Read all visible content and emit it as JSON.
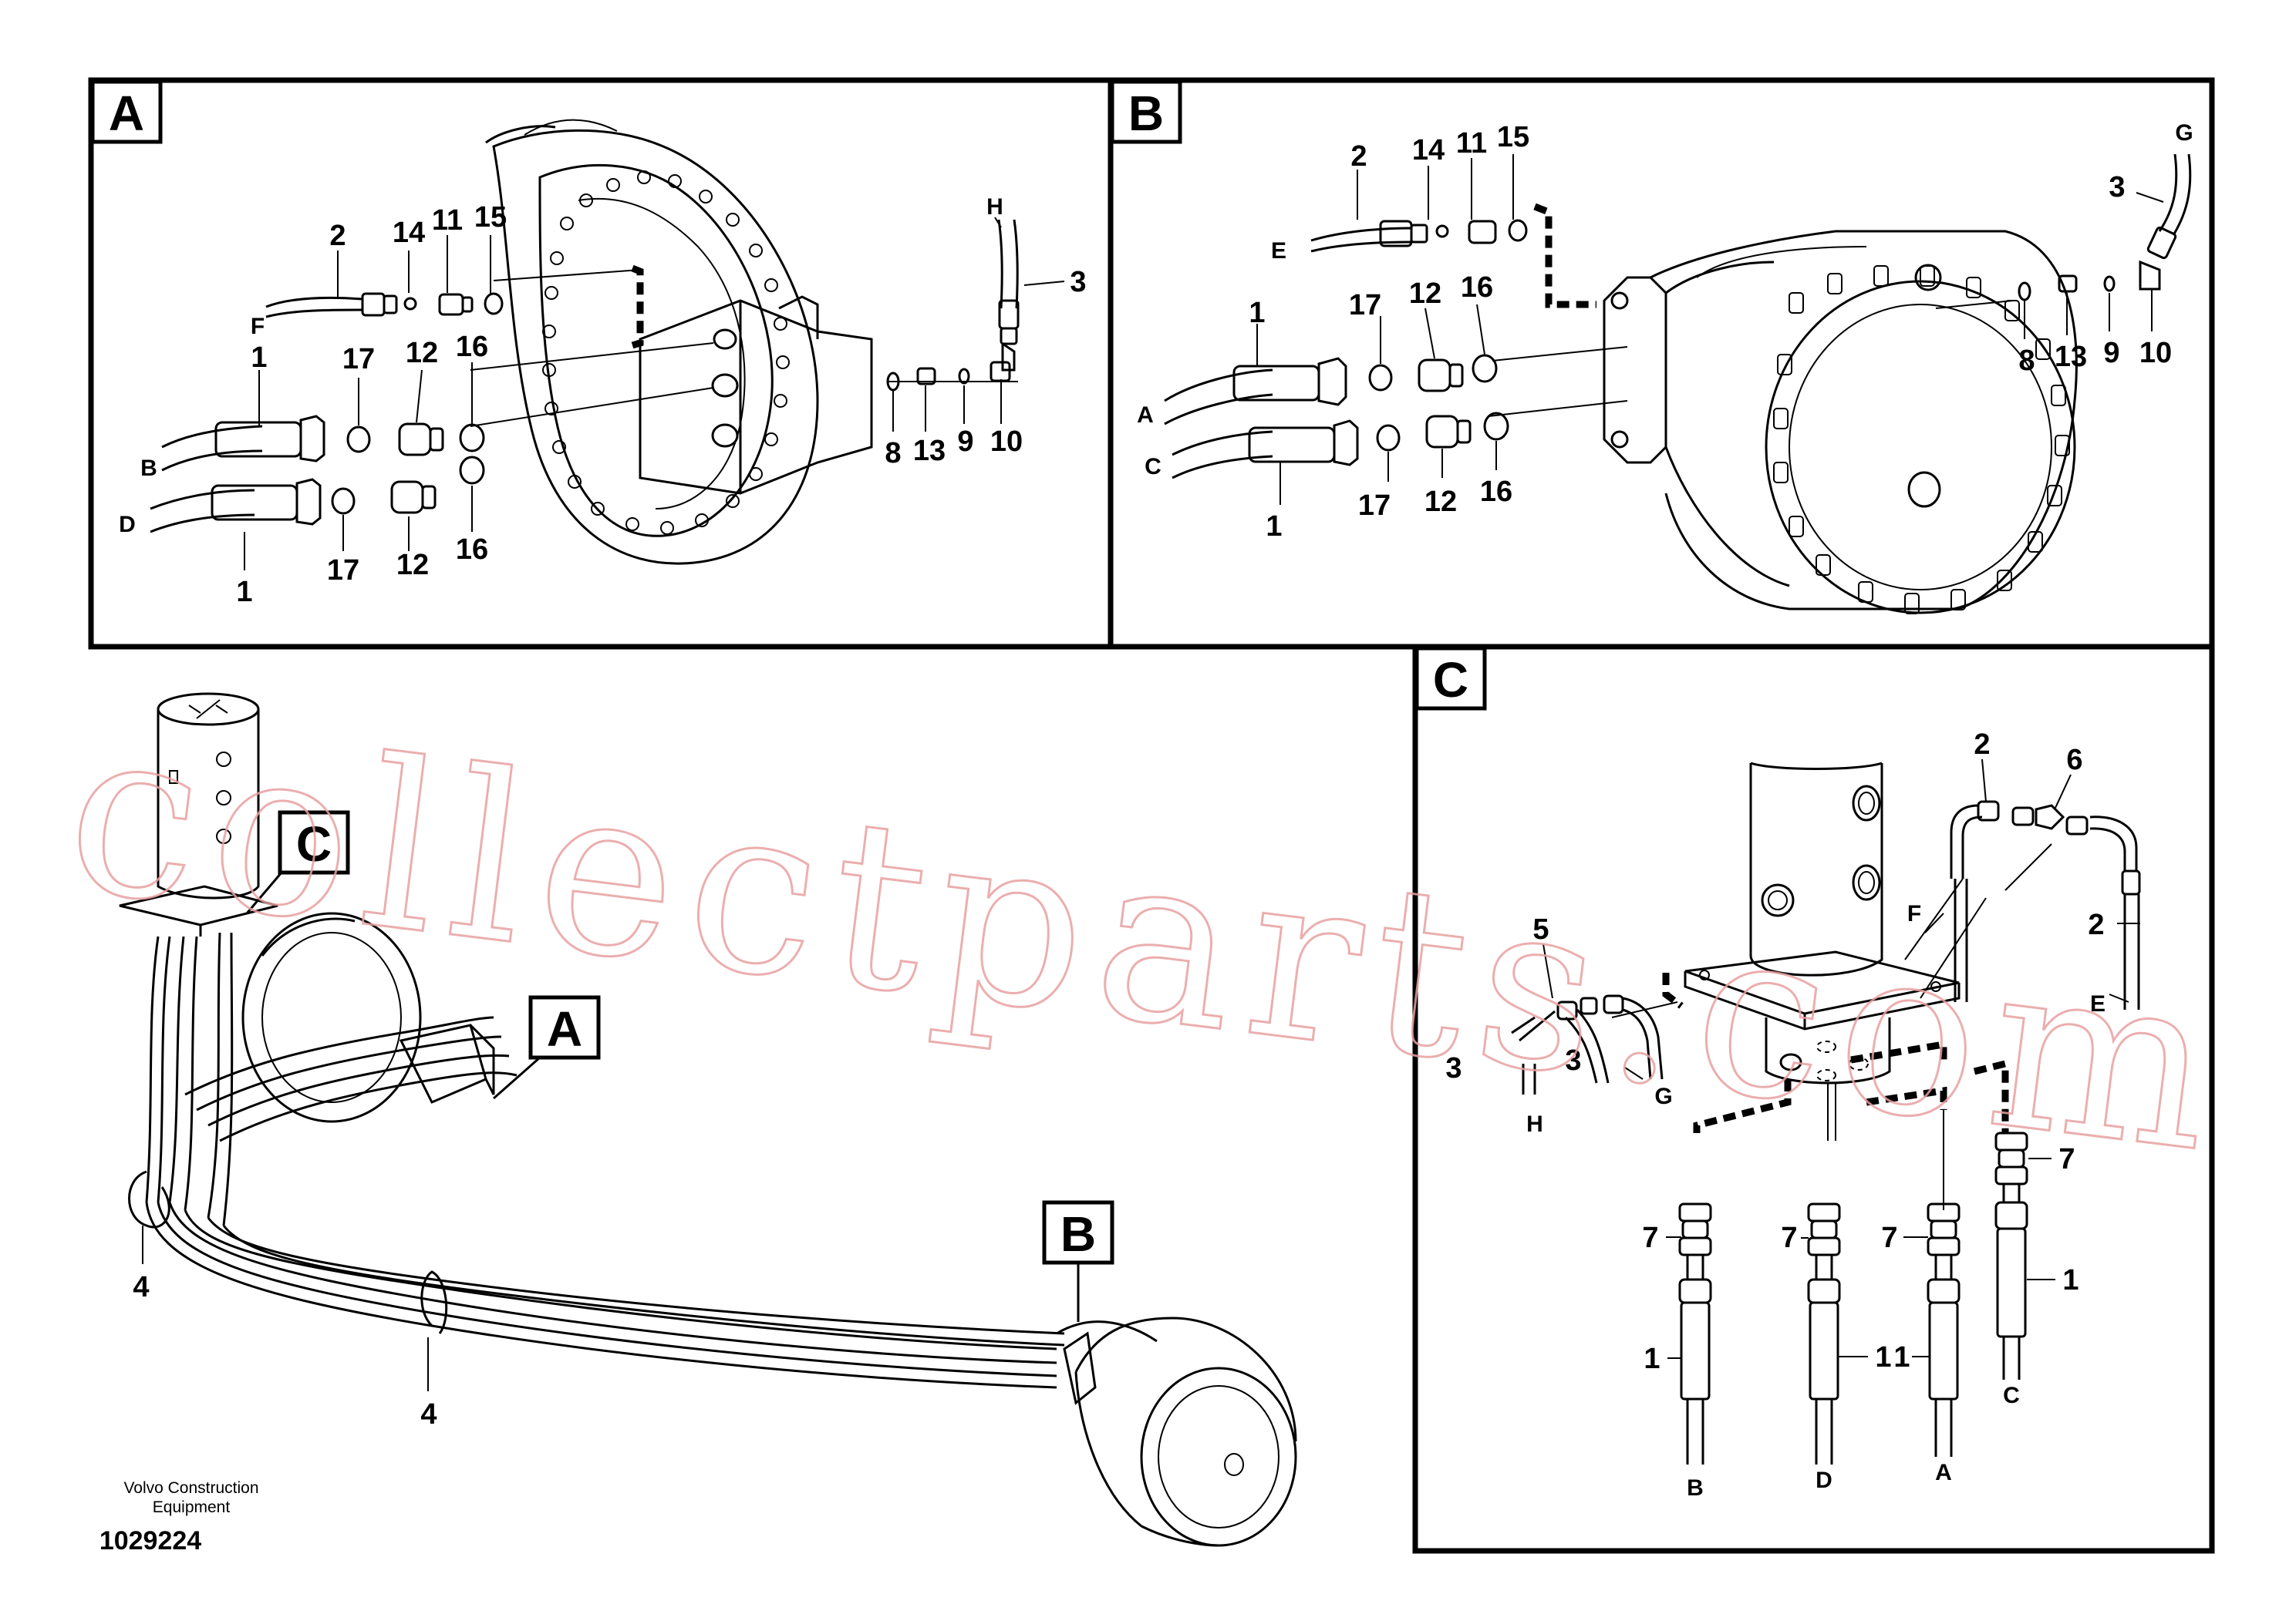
{
  "panels": {
    "A": {
      "id": "A",
      "labels": [
        "2",
        "14",
        "11",
        "15",
        "F",
        "1",
        "17",
        "12",
        "16",
        "B",
        "D",
        "1",
        "17",
        "12",
        "16",
        "H",
        "3",
        "8",
        "13",
        "9",
        "10"
      ]
    },
    "B": {
      "id": "B",
      "labels": [
        "2",
        "14",
        "11",
        "15",
        "E",
        "1",
        "17",
        "12",
        "16",
        "A",
        "C",
        "1",
        "17",
        "12",
        "16",
        "G",
        "3",
        "8",
        "13",
        "9",
        "10"
      ]
    },
    "C": {
      "id": "C",
      "labels": [
        "2",
        "6",
        "F",
        "2",
        "E",
        "5",
        "3",
        "3",
        "H",
        "G",
        "7",
        "7",
        "7",
        "7",
        "1",
        "1",
        "1",
        "1",
        "B",
        "D",
        "A",
        "C"
      ]
    }
  },
  "overview": {
    "callouts": [
      "C",
      "A",
      "B"
    ],
    "labels": [
      "4",
      "4"
    ]
  },
  "watermark": "collectparts.com",
  "footer": {
    "company_line1": "Volvo Construction",
    "company_line2": "Equipment",
    "drawing_number": "1029224"
  }
}
